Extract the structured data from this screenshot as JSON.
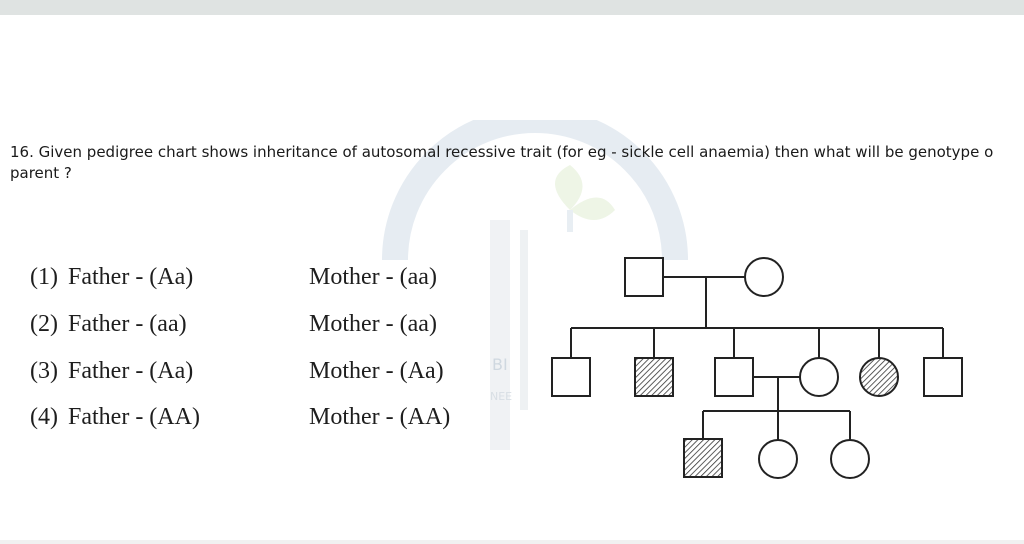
{
  "question": {
    "line1": "16. Given pedigree chart shows inheritance of autosomal recessive trait (for eg - sickle cell anaemia) then what will be genotype o",
    "line2": "parent ?"
  },
  "options": [
    {
      "number": "(1)",
      "father": "Father - (Aa)",
      "mother": "Mother - (aa)"
    },
    {
      "number": "(2)",
      "father": "Father - (aa)",
      "mother": "Mother - (aa)"
    },
    {
      "number": "(3)",
      "father": "Father - (Aa)",
      "mother": "Mother - (Aa)"
    },
    {
      "number": "(4)",
      "father": "Father - (AA)",
      "mother": "Mother - (AA)"
    }
  ],
  "watermark": {
    "text1": "BI",
    "text2": "NEE"
  },
  "pedigree": {
    "generation1": [
      {
        "sex": "male",
        "affected": false
      },
      {
        "sex": "female",
        "affected": false
      }
    ],
    "generation2": [
      {
        "sex": "male",
        "affected": false
      },
      {
        "sex": "male",
        "affected": true
      },
      {
        "sex": "male",
        "affected": false
      },
      {
        "sex": "female",
        "affected": false
      },
      {
        "sex": "female",
        "affected": true
      },
      {
        "sex": "male",
        "affected": false
      }
    ],
    "generation3": [
      {
        "sex": "male",
        "affected": true
      },
      {
        "sex": "female",
        "affected": false
      },
      {
        "sex": "female",
        "affected": false
      }
    ]
  }
}
